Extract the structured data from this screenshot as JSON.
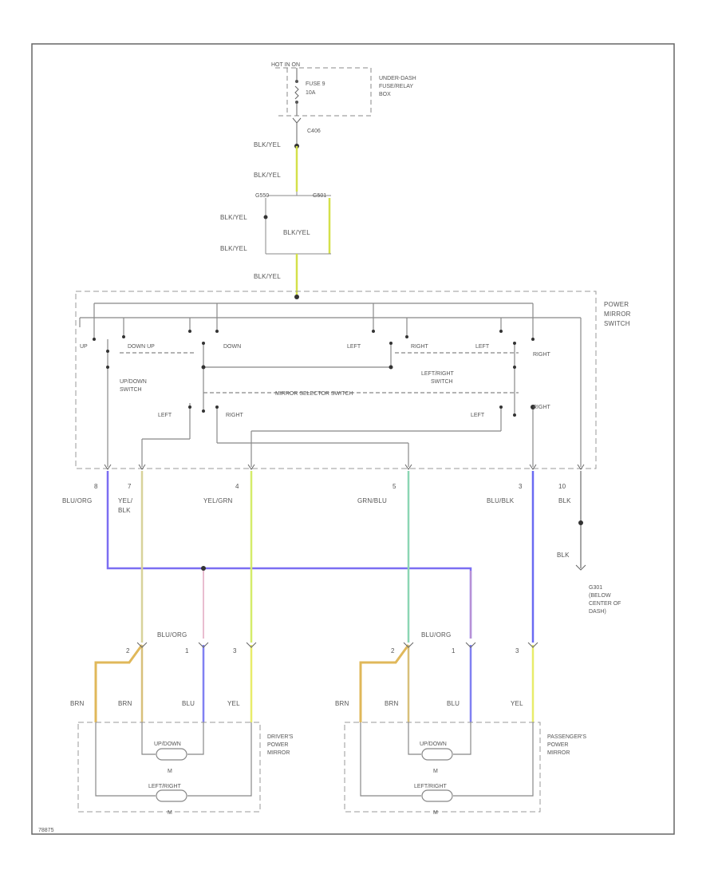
{
  "fuse": {
    "source": "HOT IN ON",
    "name": "FUSE 9",
    "rating": "10A",
    "box": "UNDER-DASH FUSE/RELAY BOX",
    "connector": "C406"
  },
  "wires": {
    "feed_1": "BLK/YEL",
    "feed_2": "BLK/YEL",
    "junction_left_top": "BLK/YEL",
    "junction_left_bottom": "BLK/YEL",
    "junction_right": "BLK/YEL",
    "feed_switch": "BLK/YEL",
    "junction_label_left": "G550",
    "junction_label_right": "G501"
  },
  "switch": {
    "title": "POWER MIRROR SWITCH",
    "up": "UP",
    "down_up": "DOWN  UP",
    "down": "DOWN",
    "left_top": "LEFT",
    "right_top": "RIGHT",
    "left_top2": "LEFT",
    "right_side": "RIGHT",
    "updown_switch": "UP/DOWN SWITCH",
    "leftright_switch": "LEFT/RIGHT SWITCH",
    "selector": "MIRROR SELECTOR SWITCH",
    "left_low": "LEFT",
    "right_low": "RIGHT",
    "left_low2": "LEFT",
    "right_low2": "RIGHT"
  },
  "pins": {
    "p8": {
      "num": "8",
      "color": "BLU/ORG"
    },
    "p7": {
      "num": "7",
      "color": "YEL/ BLK"
    },
    "p4": {
      "num": "4",
      "color": "YEL/GRN"
    },
    "p5": {
      "num": "5",
      "color": "GRN/BLU"
    },
    "p3": {
      "num": "3",
      "color": "BLU/BLK"
    },
    "p10": {
      "num": "10",
      "color": "BLK"
    }
  },
  "ground": {
    "wire": "BLK",
    "label": "G301 (BELOW CENTER OF DASH)"
  },
  "driver": {
    "wire_top": "BLU/ORG",
    "pin2": "2",
    "pin1": "1",
    "pin3": "3",
    "w1": "BRN",
    "w2": "BRN",
    "w3": "BLU",
    "w4": "YEL",
    "motor1": "UP/DOWN",
    "motor2": "LEFT/RIGHT",
    "m": "M",
    "title": "DRIVER'S POWER MIRROR"
  },
  "passenger": {
    "wire_top": "BLU/ORG",
    "pin2": "2",
    "pin1": "1",
    "pin3": "3",
    "w1": "BRN",
    "w2": "BRN",
    "w3": "BLU",
    "w4": "YEL",
    "motor1": "UP/DOWN",
    "motor2": "LEFT/RIGHT",
    "m": "M",
    "title": "PASSENGER'S POWER MIRROR"
  },
  "footer": "78875"
}
